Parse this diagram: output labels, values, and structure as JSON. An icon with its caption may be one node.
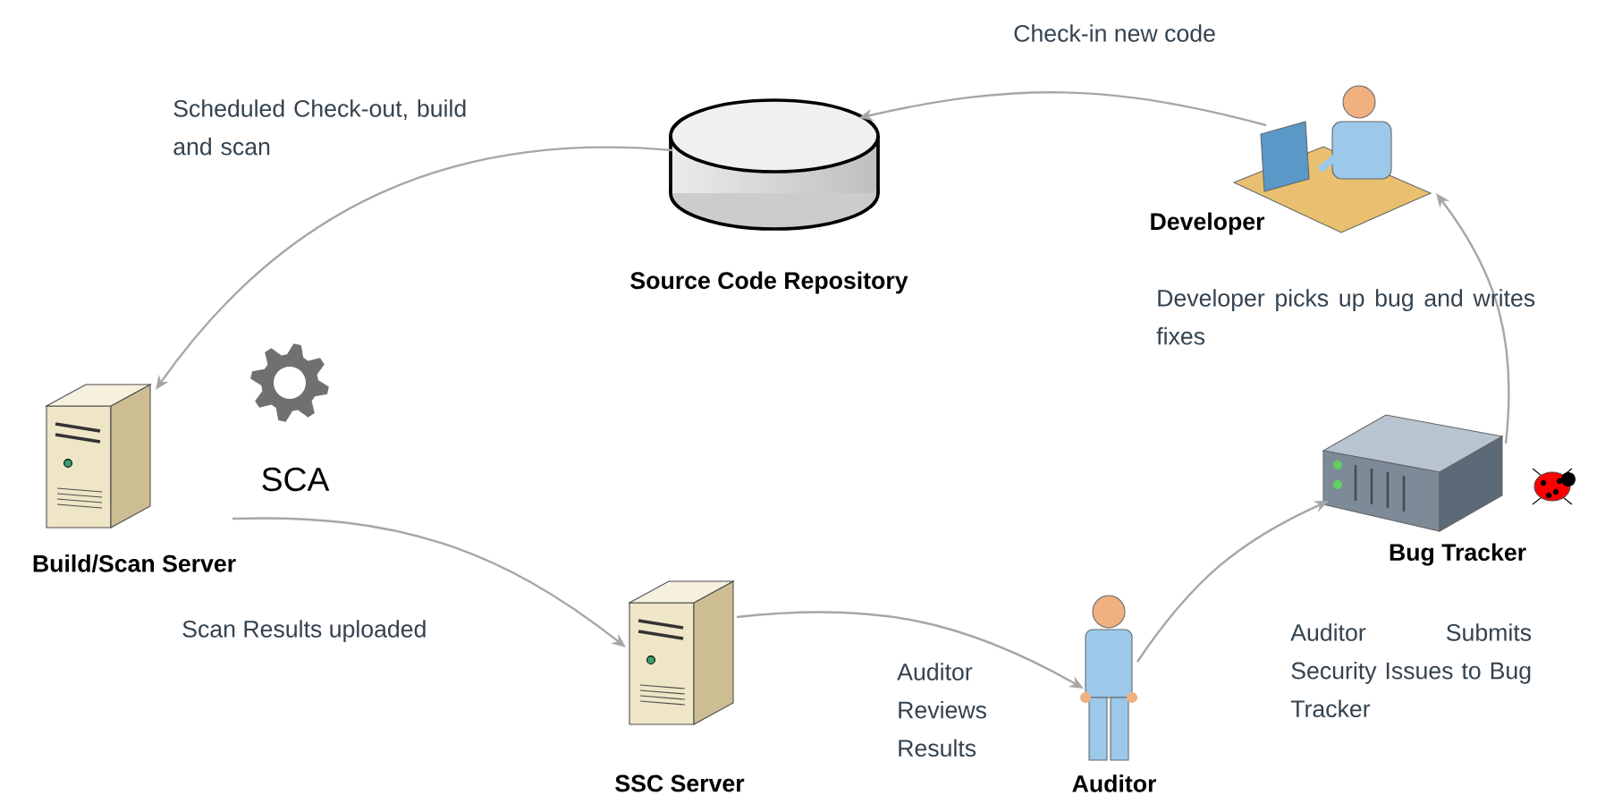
{
  "diagram": {
    "nodes": [
      {
        "text": [
          "Source Code Repository"
        ]
      },
      {
        "text": [
          "Developer"
        ]
      },
      {
        "text": [
          "Build/Scan Server"
        ],
        "beside": [
          "SCA"
        ]
      },
      {
        "text": [
          "SSC Server"
        ]
      },
      {
        "text": [
          "Auditor"
        ]
      },
      {
        "text": [
          "Bug Tracker"
        ]
      }
    ],
    "edges": [
      {
        "from": 1,
        "to": 0,
        "arrow": "to",
        "label": "Check-in new code"
      },
      {
        "from": 0,
        "to": 2,
        "arrow": "to",
        "label": "Scheduled Check-out, build and scan"
      },
      {
        "from": 2,
        "to": 3,
        "arrow": "to",
        "label": "Scan Results uploaded"
      },
      {
        "from": 3,
        "to": 4,
        "arrow": "to",
        "label": "Auditor Reviews Results"
      },
      {
        "from": 4,
        "to": 5,
        "arrow": "to",
        "label": "Auditor Submits Security Issues to Bug Tracker"
      },
      {
        "from": 5,
        "to": 1,
        "arrow": "to",
        "label": "Developer picks up bug and writes fixes"
      }
    ]
  }
}
